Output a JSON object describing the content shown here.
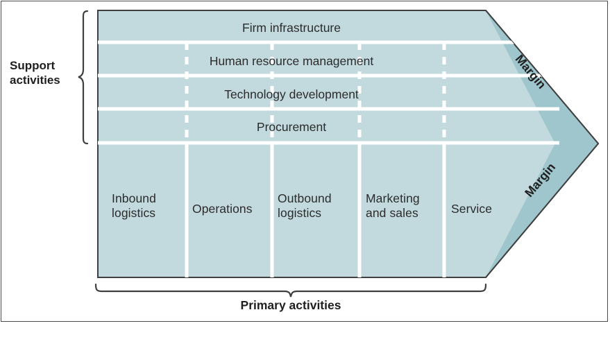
{
  "diagram": {
    "title_semantic": "porter-value-chain",
    "colors": {
      "band_light": "#c2dade",
      "band_light_alt": "#c7dee1",
      "margin_dark": "#9ec6cc",
      "divider_white": "#ffffff",
      "outline": "#3f3f3f",
      "text": "#2b2b2b",
      "card_border": "#4a4a4a",
      "page_background": "#ffffff"
    },
    "support": {
      "bracket_label": "Support\nactivities",
      "rows": [
        {
          "label": "Firm infrastructure"
        },
        {
          "label": "Human resource management"
        },
        {
          "label": "Technology development"
        },
        {
          "label": "Procurement"
        }
      ]
    },
    "primary": {
      "bracket_label": "Primary activities",
      "columns": [
        {
          "label": "Inbound\nlogistics"
        },
        {
          "label": "Operations"
        },
        {
          "label": "Outbound\nlogistics"
        },
        {
          "label": "Marketing\nand sales"
        },
        {
          "label": "Service"
        }
      ]
    },
    "margin": {
      "top_label": "Margin",
      "bottom_label": "Margin"
    }
  }
}
